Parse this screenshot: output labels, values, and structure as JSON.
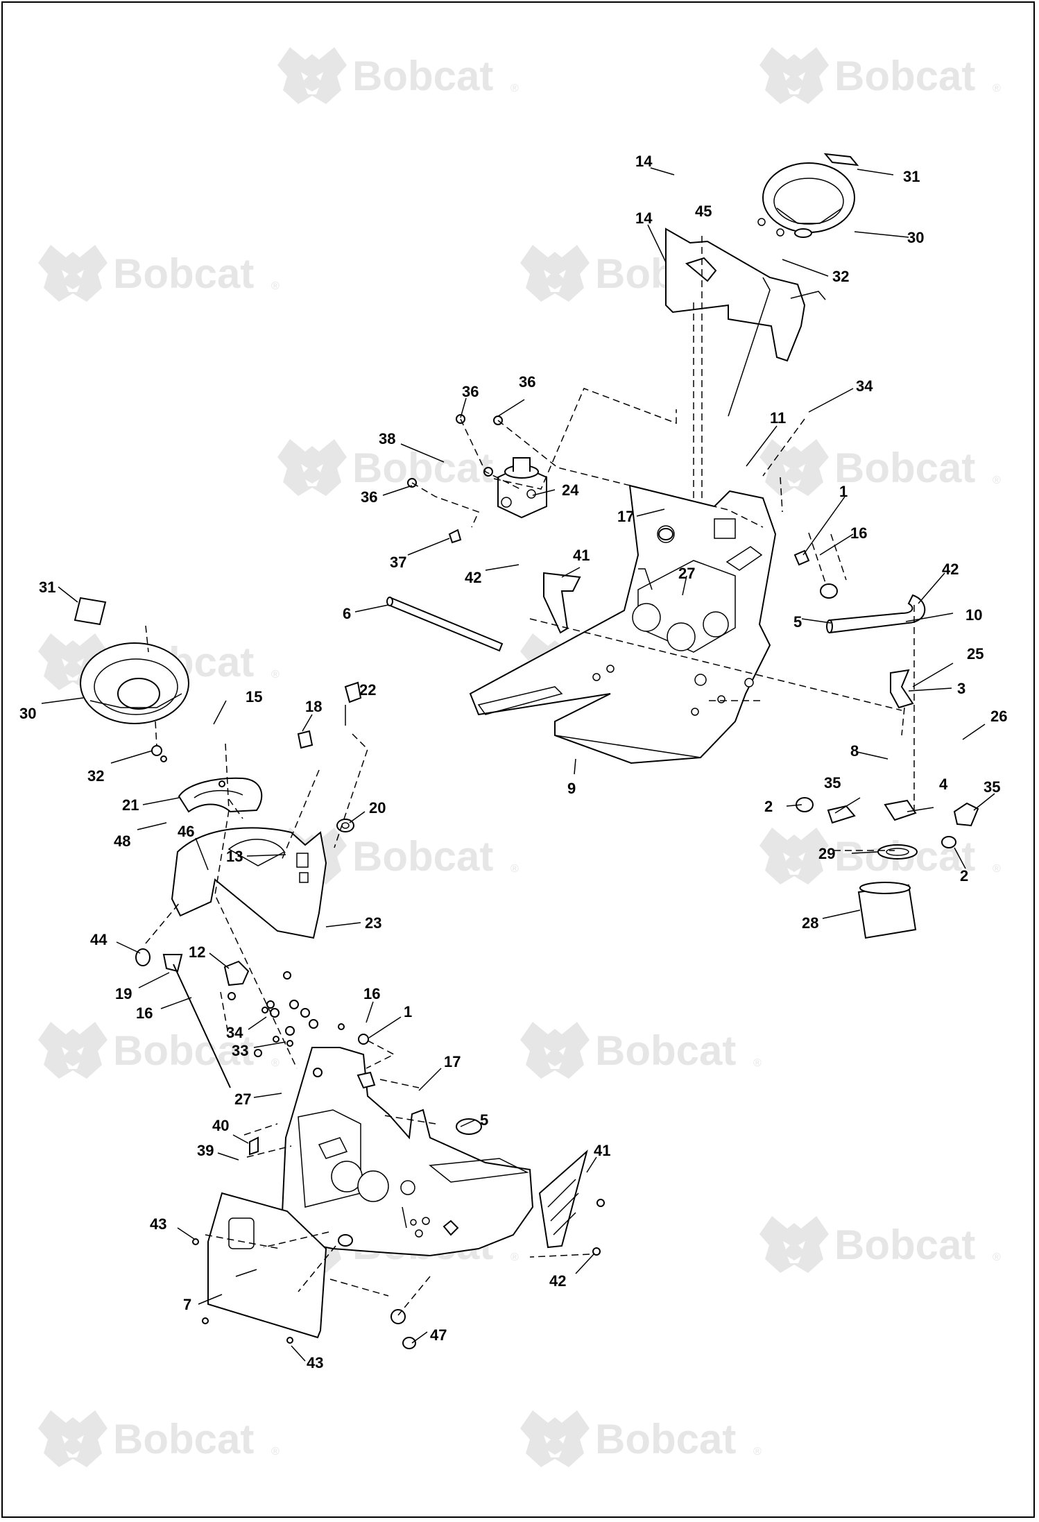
{
  "diagram": {
    "watermark": {
      "brand": "Bobcat",
      "registered": "®"
    },
    "callouts": [
      {
        "id": "c-14a",
        "label": "14"
      },
      {
        "id": "c-31a",
        "label": "31"
      },
      {
        "id": "c-14b",
        "label": "14"
      },
      {
        "id": "c-45",
        "label": "45"
      },
      {
        "id": "c-30a",
        "label": "30"
      },
      {
        "id": "c-32a",
        "label": "32"
      },
      {
        "id": "c-36a",
        "label": "36"
      },
      {
        "id": "c-36b",
        "label": "36"
      },
      {
        "id": "c-34a",
        "label": "34"
      },
      {
        "id": "c-11",
        "label": "11"
      },
      {
        "id": "c-38",
        "label": "38"
      },
      {
        "id": "c-24",
        "label": "24"
      },
      {
        "id": "c-36c",
        "label": "36"
      },
      {
        "id": "c-1a",
        "label": "1"
      },
      {
        "id": "c-17a",
        "label": "17"
      },
      {
        "id": "c-16a",
        "label": "16"
      },
      {
        "id": "c-37",
        "label": "37"
      },
      {
        "id": "c-41a",
        "label": "41"
      },
      {
        "id": "c-42a",
        "label": "42"
      },
      {
        "id": "c-27a",
        "label": "27"
      },
      {
        "id": "c-42b",
        "label": "42"
      },
      {
        "id": "c-31b",
        "label": "31"
      },
      {
        "id": "c-6",
        "label": "6"
      },
      {
        "id": "c-5a",
        "label": "5"
      },
      {
        "id": "c-10",
        "label": "10"
      },
      {
        "id": "c-25",
        "label": "25"
      },
      {
        "id": "c-22",
        "label": "22"
      },
      {
        "id": "c-15",
        "label": "15"
      },
      {
        "id": "c-18",
        "label": "18"
      },
      {
        "id": "c-3",
        "label": "3"
      },
      {
        "id": "c-30b",
        "label": "30"
      },
      {
        "id": "c-26",
        "label": "26"
      },
      {
        "id": "c-8",
        "label": "8"
      },
      {
        "id": "c-32b",
        "label": "32"
      },
      {
        "id": "c-9",
        "label": "9"
      },
      {
        "id": "c-35a",
        "label": "35"
      },
      {
        "id": "c-4",
        "label": "4"
      },
      {
        "id": "c-35b",
        "label": "35"
      },
      {
        "id": "c-21",
        "label": "21"
      },
      {
        "id": "c-20",
        "label": "20"
      },
      {
        "id": "c-2a",
        "label": "2"
      },
      {
        "id": "c-48",
        "label": "48"
      },
      {
        "id": "c-46",
        "label": "46"
      },
      {
        "id": "c-13",
        "label": "13"
      },
      {
        "id": "c-29",
        "label": "29"
      },
      {
        "id": "c-2b",
        "label": "2"
      },
      {
        "id": "c-23",
        "label": "23"
      },
      {
        "id": "c-28",
        "label": "28"
      },
      {
        "id": "c-44",
        "label": "44"
      },
      {
        "id": "c-12",
        "label": "12"
      },
      {
        "id": "c-19",
        "label": "19"
      },
      {
        "id": "c-16b",
        "label": "16"
      },
      {
        "id": "c-16c",
        "label": "16"
      },
      {
        "id": "c-1b",
        "label": "1"
      },
      {
        "id": "c-34b",
        "label": "34"
      },
      {
        "id": "c-33",
        "label": "33"
      },
      {
        "id": "c-17b",
        "label": "17"
      },
      {
        "id": "c-27b",
        "label": "27"
      },
      {
        "id": "c-5b",
        "label": "5"
      },
      {
        "id": "c-40",
        "label": "40"
      },
      {
        "id": "c-39",
        "label": "39"
      },
      {
        "id": "c-41b",
        "label": "41"
      },
      {
        "id": "c-43a",
        "label": "43"
      },
      {
        "id": "c-42c",
        "label": "42"
      },
      {
        "id": "c-7",
        "label": "7"
      },
      {
        "id": "c-47",
        "label": "47"
      },
      {
        "id": "c-43b",
        "label": "43"
      }
    ]
  }
}
